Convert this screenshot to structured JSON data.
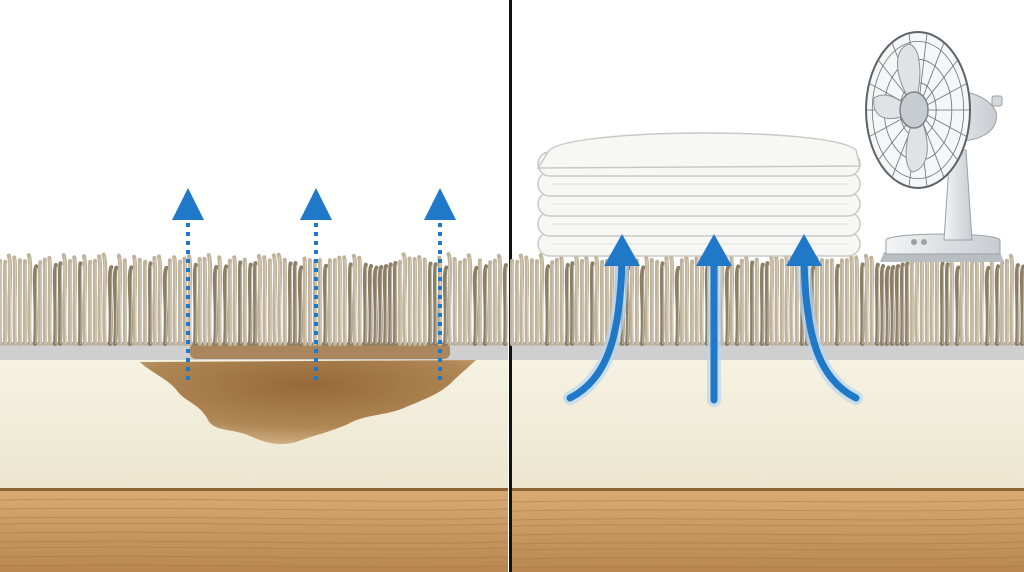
{
  "diagram": {
    "left_panel": {
      "evaporation_arrows": 3,
      "arrow_style": "dotted",
      "has_stain": true
    },
    "right_panel": {
      "blotting_arrows": 3,
      "arrow_style": "solid",
      "towel_layers": 5,
      "has_fan": true
    },
    "colors": {
      "background": "#ffffff",
      "arrow_blue": "#1f78c8",
      "carpet_fiber": "#bfb39c",
      "carpet_fiber_dark": "#8c7f68",
      "backing": "#c9c9c9",
      "padding": "#f3eedb",
      "stain": "#9a6a33",
      "towel": "#f7f7f5",
      "fan": "#e3e6e8",
      "wood": "#c99a64",
      "divider": "#111111"
    },
    "icons": [
      "arrow-up-icon",
      "towel-stack",
      "desk-fan-icon"
    ]
  }
}
